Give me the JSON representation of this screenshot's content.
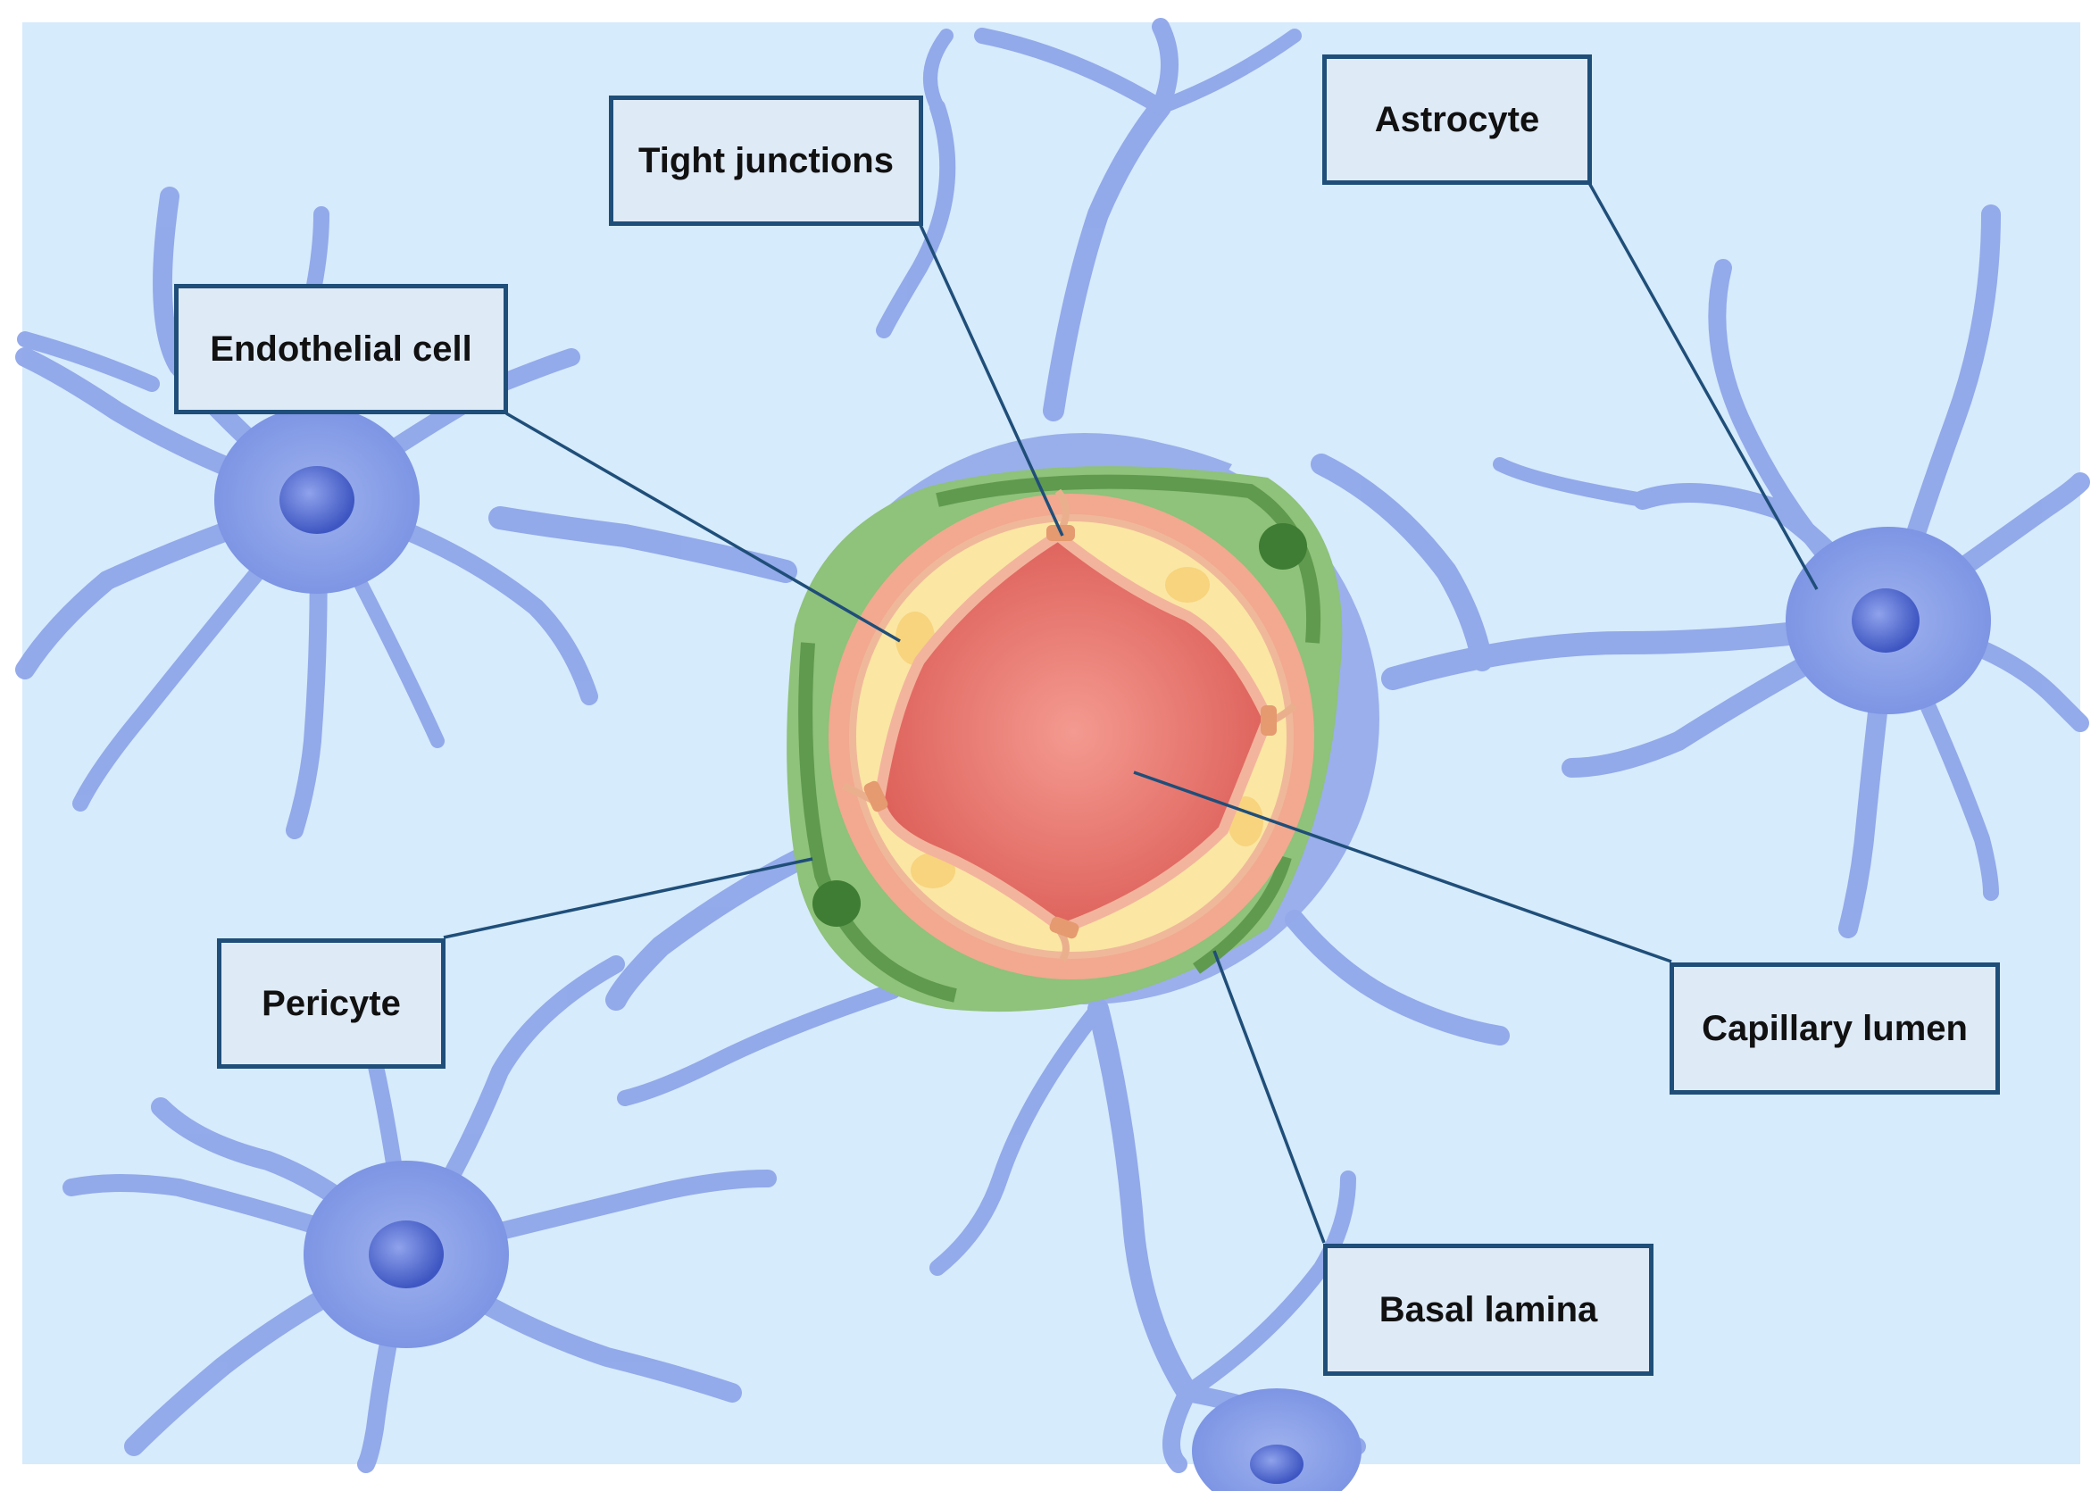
{
  "labels": {
    "tight_junctions": "Tight junctions",
    "astrocyte": "Astrocyte",
    "endothelial_cell": "Endothelial cell",
    "pericyte": "Pericyte",
    "capillary_lumen": "Capillary lumen",
    "basal_lamina": "Basal lamina"
  },
  "colors": {
    "background": "#d6ebfb",
    "astrocyte": "#8fa6ea",
    "astrocyte_nucleus": "#4f67cf",
    "pericyte": "#7fb66b",
    "basal_lamina": "#f2a98f",
    "endothelial_cell": "#fbe6a4",
    "lumen": "#e9736c",
    "label_border": "#1f4e79",
    "label_fill": "#dfeaf7"
  },
  "icons": {
    "astrocyte": "star-cell-shape",
    "capillary": "ring-cross-section"
  }
}
